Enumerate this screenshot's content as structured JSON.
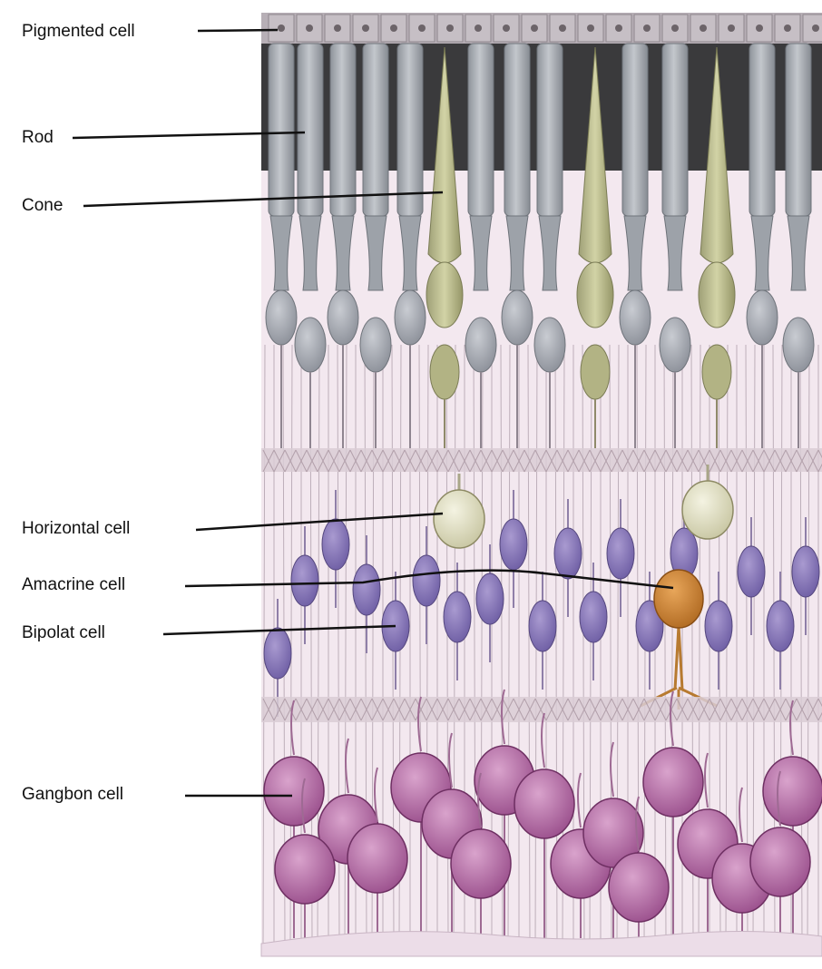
{
  "diagram": {
    "labels": {
      "pigmented": "Pigmented cell",
      "rod": "Rod",
      "cone": "Cone",
      "horizontal": "Horizontal cell",
      "amacrine": "Amacrine cell",
      "bipolar": "Bipolat cell",
      "ganglion": "Gangbon cell"
    },
    "colors": {
      "background": "#ffffff",
      "tissue": "#f2e6ee",
      "pigment_layer": "#b9b2b8",
      "rod": "#a9aeb4",
      "rod_dark": "#7f858c",
      "cone": "#b8b98a",
      "plexiform": "#cdbfc8",
      "horizontal": "#e4e2c8",
      "amacrine": "#d48a3a",
      "bipolar": "#8a78b8",
      "ganglion": "#b36aa4",
      "line": "#111111"
    }
  }
}
